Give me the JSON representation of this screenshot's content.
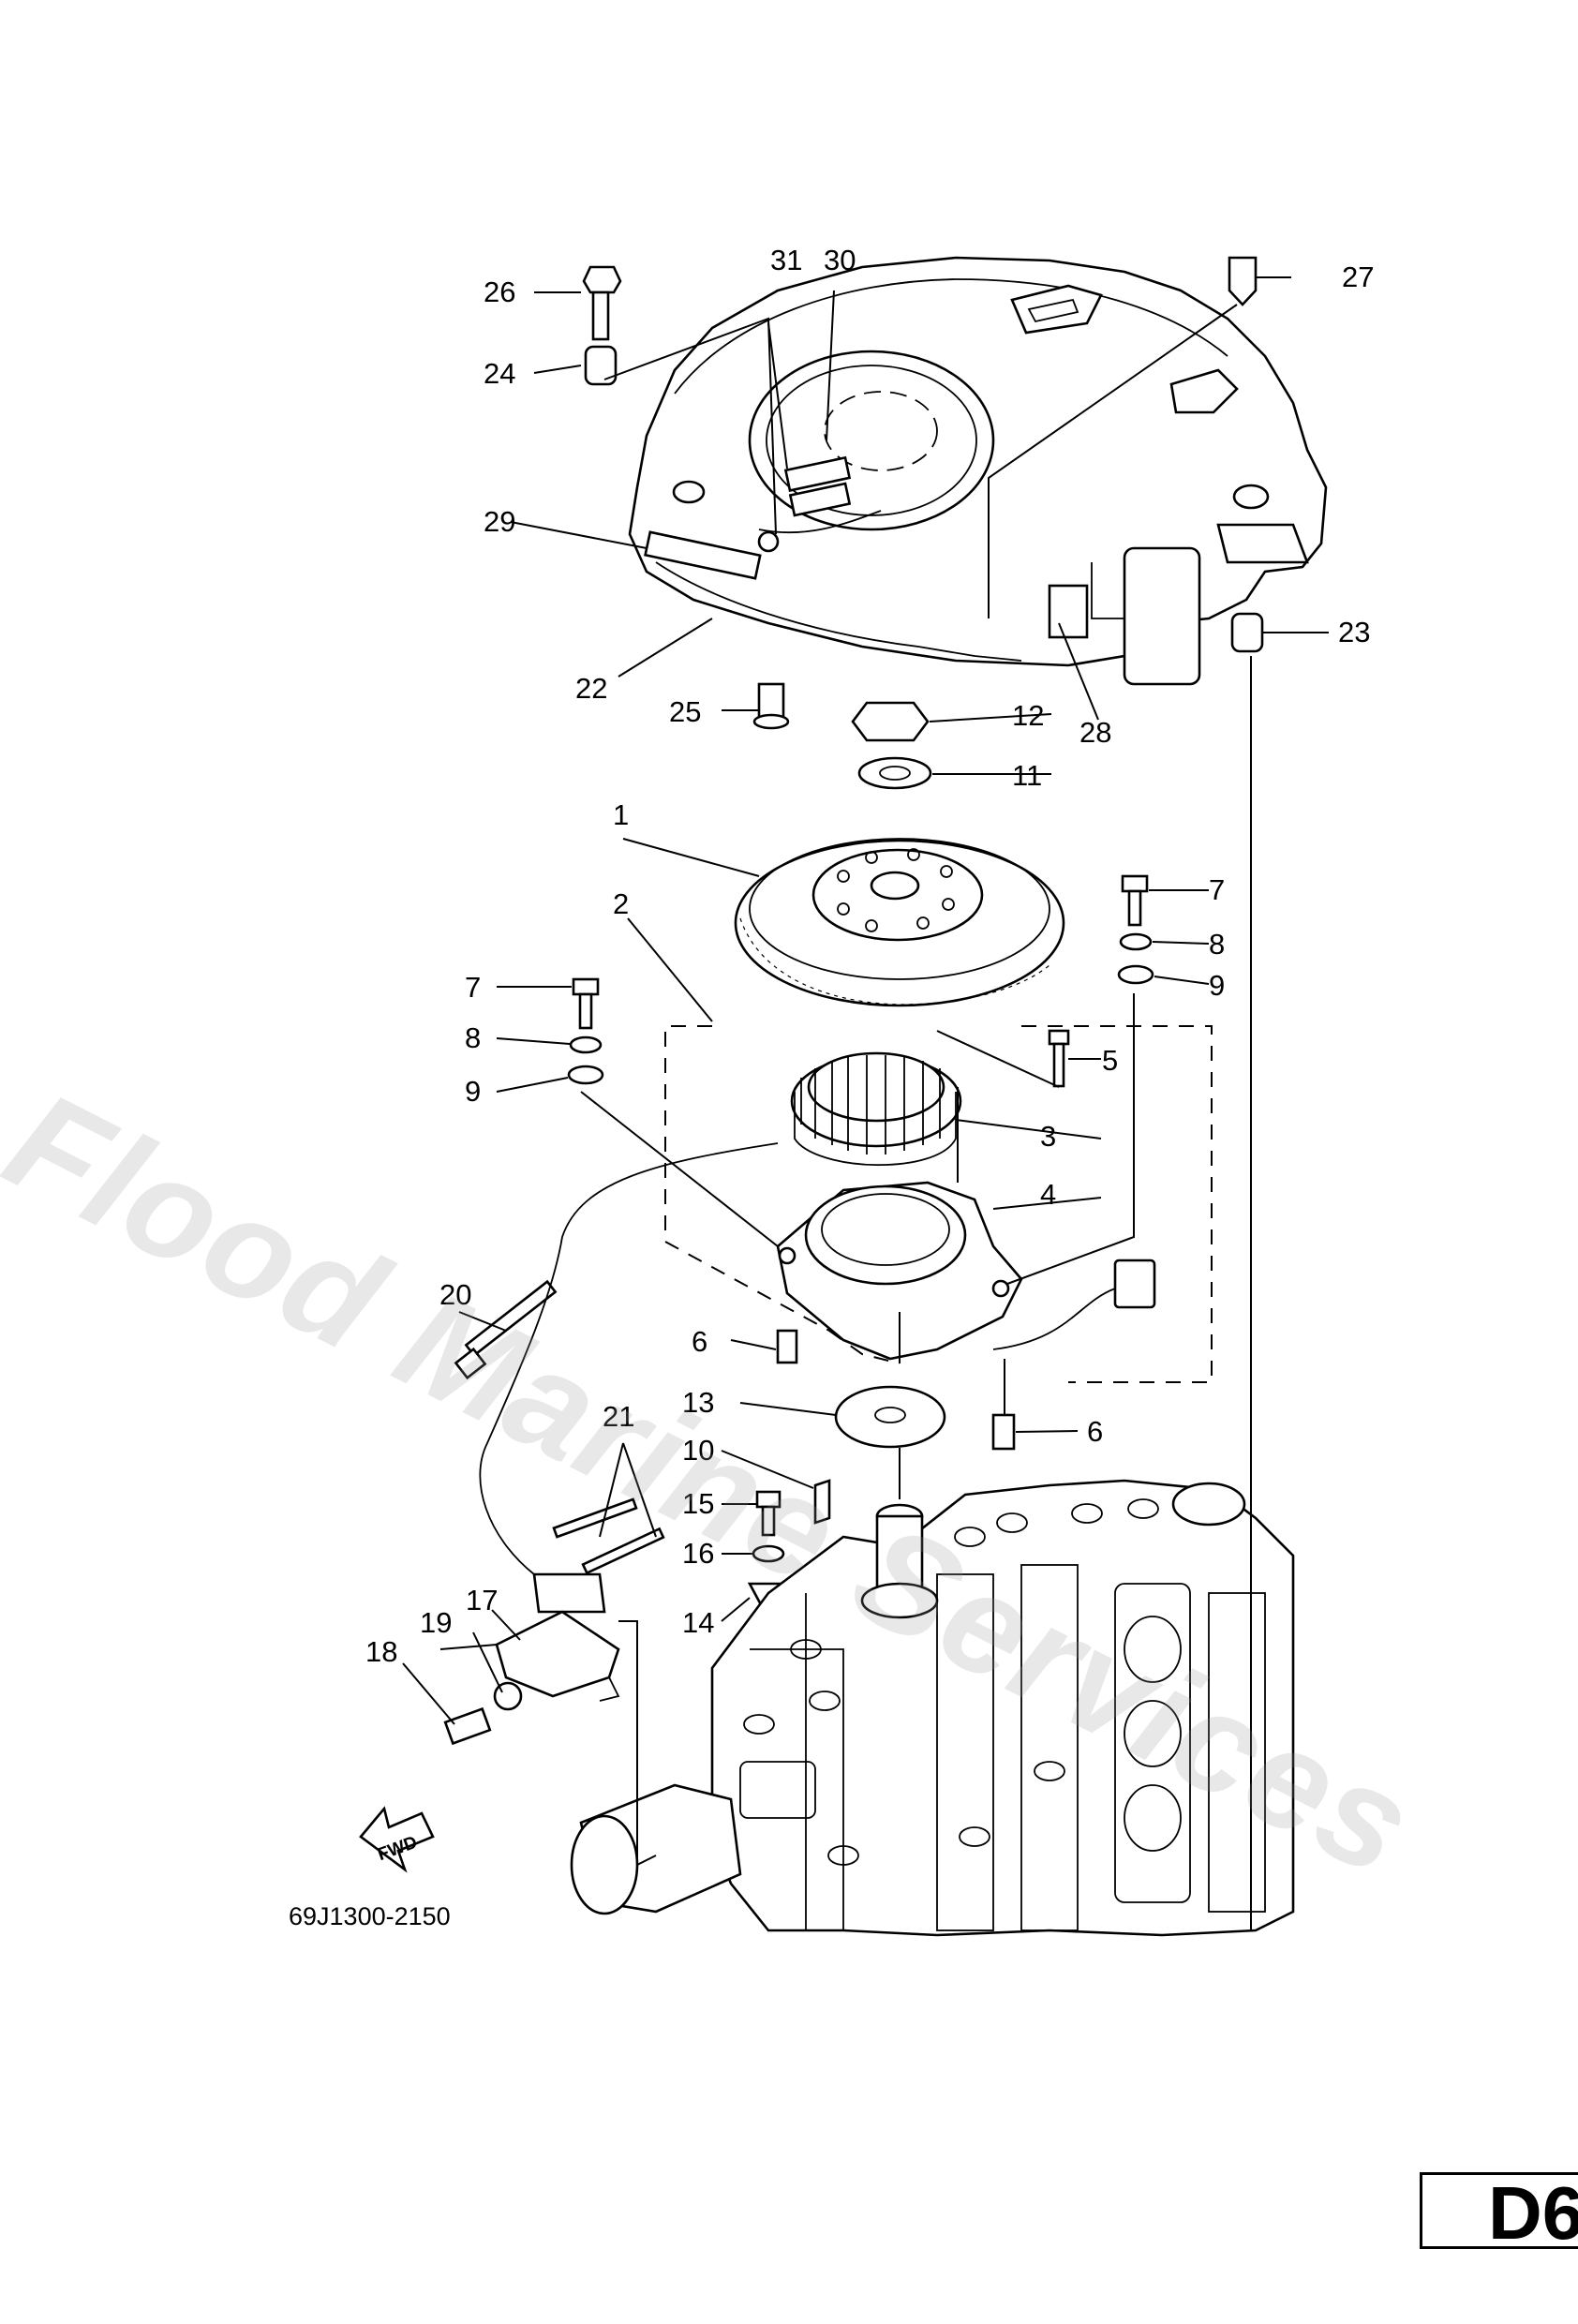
{
  "diagram": {
    "part_labels": [
      "1",
      "2",
      "3",
      "4",
      "5",
      "6",
      "6",
      "7",
      "7",
      "8",
      "8",
      "9",
      "9",
      "10",
      "11",
      "12",
      "13",
      "14",
      "15",
      "16",
      "17",
      "18",
      "19",
      "20",
      "21",
      "22",
      "23",
      "24",
      "25",
      "26",
      "27",
      "28",
      "29",
      "30",
      "31"
    ],
    "fwd_label": "FWD",
    "drawing_code": "69J1300-2150",
    "watermark": "Flood Marine Services",
    "page_tag": "D6"
  }
}
